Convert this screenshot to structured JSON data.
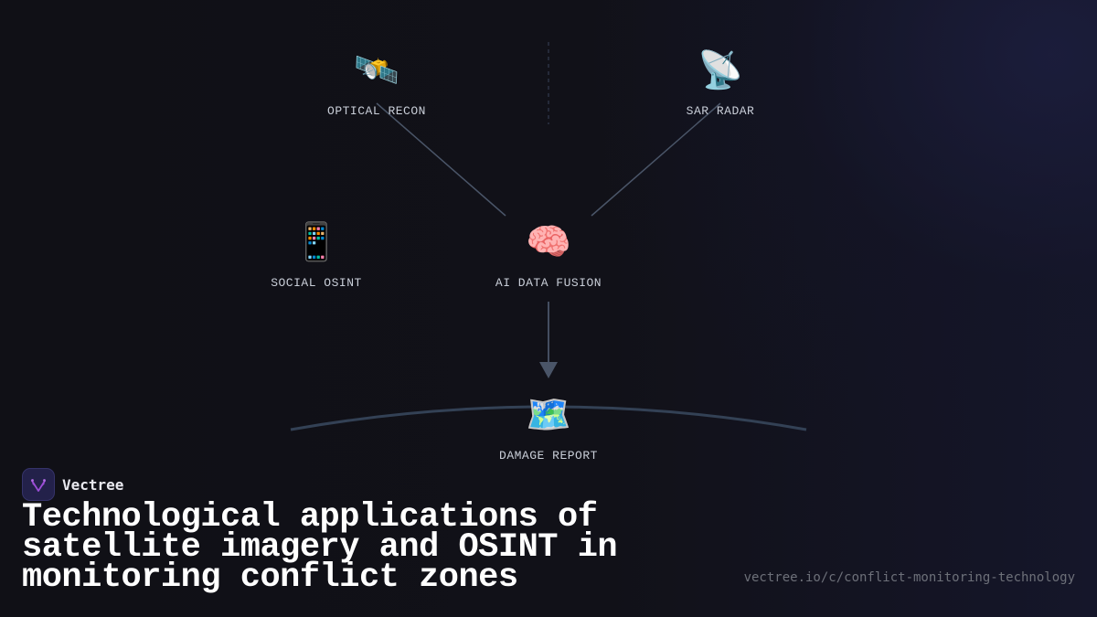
{
  "diagram": {
    "nodes": [
      {
        "id": "optical",
        "label": "OPTICAL RECON",
        "icon": "🛰️",
        "icon_name": "satellite-icon"
      },
      {
        "id": "sar",
        "label": "SAR RADAR",
        "icon": "📡",
        "icon_name": "satellite-dish-icon"
      },
      {
        "id": "social",
        "label": "SOCIAL OSINT",
        "icon": "📱",
        "icon_name": "mobile-phone-icon"
      },
      {
        "id": "fusion",
        "label": "AI DATA FUSION",
        "icon": "🧠",
        "icon_name": "brain-icon"
      },
      {
        "id": "report",
        "label": "DAMAGE REPORT",
        "icon": "🗺️",
        "icon_name": "world-map-icon"
      }
    ],
    "edges": [
      {
        "from": "optical",
        "to": "fusion"
      },
      {
        "from": "sar",
        "to": "fusion"
      },
      {
        "from": "fusion",
        "to": "report",
        "arrow": true
      }
    ],
    "colors": {
      "wire": "#4a5568",
      "horizon": "#334155",
      "background": "#111118"
    }
  },
  "brand": {
    "name": "Vectree",
    "logo_color": "#9b4dd6"
  },
  "title": "Technological applications of satellite imagery and OSINT in monitoring conflict zones",
  "url": "vectree.io/c/conflict-monitoring-technology"
}
